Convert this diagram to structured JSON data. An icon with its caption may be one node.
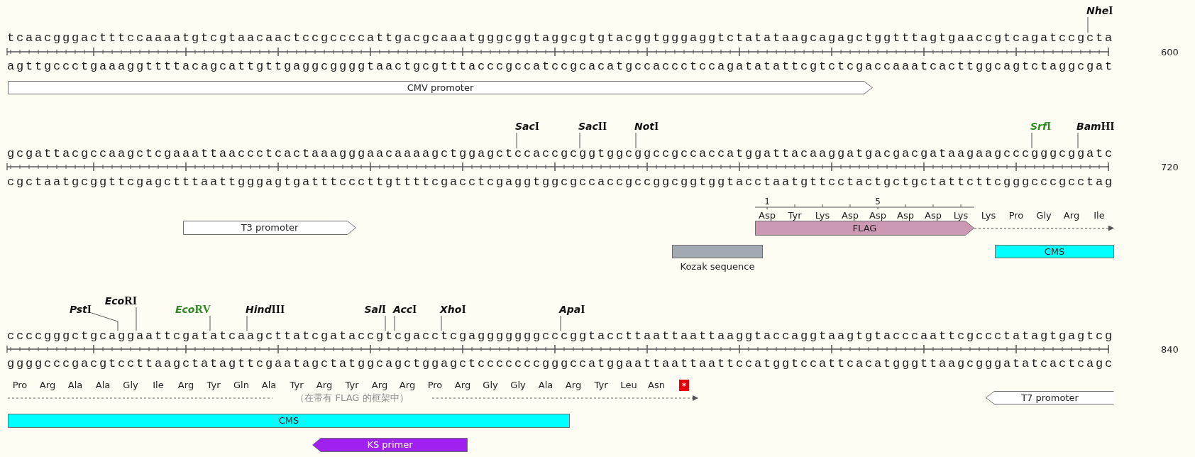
{
  "diagram": {
    "nodes": [
      {
        "text": [
          "NheI"
        ]
      },
      {
        "text": [
          "tcaacgggactttccaaaatgtcgtaacaactccgccccattgacgcaaatgggcggtaggcgtgtacggtgggaggtctatataagcagagctggtttagtgaaccgtcagatccgcta"
        ]
      },
      {
        "text": [
          "CMV promoter"
        ]
      },
      {
        "text": [
          "SacI"
        ]
      },
      {
        "text": [
          "SacII"
        ]
      },
      {
        "text": [
          "NotI"
        ]
      },
      {
        "text": [
          "SrfI"
        ]
      },
      {
        "text": [
          "BamHI"
        ]
      },
      {
        "text": [
          "gcgattacgccaagctcgaaattaaccctcactaaagggaacaaaagctggagctccaccgcggtggcggccgccaccatggattacaaggatgacgacgataagaagcccgggcggatc"
        ]
      },
      {
        "text": [
          "T3 promoter"
        ]
      },
      {
        "text": [
          "FLAG"
        ]
      },
      {
        "text": [
          "Kozak sequence"
        ]
      },
      {
        "text": [
          "CMS"
        ]
      },
      {
        "text": [
          "PstI"
        ]
      },
      {
        "text": [
          "EcoRI"
        ]
      },
      {
        "text": [
          "EcoRV"
        ]
      },
      {
        "text": [
          "HindIII"
        ]
      },
      {
        "text": [
          "SalI"
        ]
      },
      {
        "text": [
          "AccI"
        ]
      },
      {
        "text": [
          "XhoI"
        ]
      },
      {
        "text": [
          "ApaI"
        ]
      },
      {
        "text": [
          "ccccgggctgcaggaattcgatatcaagcttatcgataccgtcgacctcgagggggggcccggtaccttaattaattaaggtaccaggtaagtgtacccaattcgccctatagtgagtcg"
        ]
      },
      {
        "text": [
          "T7 promoter"
        ]
      },
      {
        "text": [
          "CMS"
        ]
      },
      {
        "text": [
          "KS primer"
        ]
      }
    ],
    "edges": [
      {
        "from": 0,
        "to": 1,
        "arrow": "none"
      },
      {
        "from": 3,
        "to": 8,
        "arrow": "none"
      },
      {
        "from": 4,
        "to": 8,
        "arrow": "none"
      },
      {
        "from": 5,
        "to": 8,
        "arrow": "none"
      },
      {
        "from": 6,
        "to": 8,
        "arrow": "none"
      },
      {
        "from": 7,
        "to": 8,
        "arrow": "none"
      },
      {
        "from": 13,
        "to": 21,
        "arrow": "none"
      },
      {
        "from": 14,
        "to": 21,
        "arrow": "none"
      },
      {
        "from": 15,
        "to": 21,
        "arrow": "none"
      },
      {
        "from": 16,
        "to": 21,
        "arrow": "none"
      },
      {
        "from": 17,
        "to": 21,
        "arrow": "none"
      },
      {
        "from": 18,
        "to": 21,
        "arrow": "none"
      },
      {
        "from": 19,
        "to": 21,
        "arrow": "none"
      },
      {
        "from": 20,
        "to": 21,
        "arrow": "none"
      },
      {
        "from": 10,
        "to": 12,
        "arrow": "to",
        "style": "dashed"
      }
    ],
    "labels": [
      "600",
      "agttgccctgaaaggttttacagcattgttgaggcggggtaactgcgtttacccgccatccgcacatgccaccctccagatatattcgtctcgaccaaatcacttggcagtctaggcgat",
      "720",
      "cgctaatgcggttcgagctttaattgggagtgatttcccttgttttcgacctcgaggtggcgccaccgccggcggtggtacctaatgttcctactgctgctattcttcgggcccgcctag",
      "1",
      "5",
      "Asp",
      "Tyr",
      "Lys",
      "Asp",
      "Asp",
      "Asp",
      "Asp",
      "Lys",
      "Lys",
      "Pro",
      "Gly",
      "Arg",
      "Ile",
      "840",
      "ggggcccgacgtccttaagctatagttcgaatagctatggcagctggagctcccccccgggccatggaattaattaattccatggtccattcacatgggttaagcgggatatcactcagc",
      "Pro",
      "Arg",
      "Ala",
      "Ala",
      "Gly",
      "Ile",
      "Arg",
      "Tyr",
      "Gln",
      "Ala",
      "Tyr",
      "Arg",
      "Tyr",
      "Arg",
      "Arg",
      "Pro",
      "Arg",
      "Gly",
      "Gly",
      "Ala",
      "Arg",
      "Tyr",
      "Leu",
      "Asn",
      "*",
      "（在带有 FLAG 的框架中）"
    ]
  }
}
